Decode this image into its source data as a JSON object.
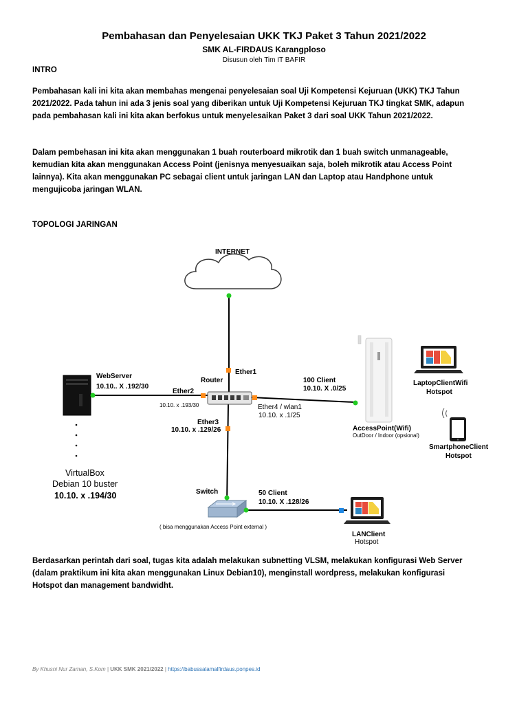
{
  "header": {
    "title": "Pembahasan dan Penyelesaian UKK TKJ Paket 3 Tahun 2021/2022",
    "subtitle": "SMK AL-FIRDAUS Karangploso",
    "author": "Disusun oleh Tim IT BAFIR"
  },
  "intro": {
    "heading": "INTRO",
    "paragraph1": [
      "Pembahasan kali ini kita akan membahas mengenai penyelesaian soal Uji Kompetensi Kejuruan (UKK) TKJ Tahun",
      "2021/2022. Pada tahun ini ada 3 jenis soal yang diberikan untuk Uji Kompetensi Kejuruan TKJ tingkat SMK, adapun",
      "pada pembahasan kali ini kita akan berfokus untuk menyelesaikan Paket 3 dari soal UKK Tahun 2021/2022."
    ],
    "paragraph2": [
      "Dalam pembehasan ini kita akan menggunakan 1 buah routerboard mikrotik dan 1 buah switch unmanageable,",
      "kemudian kita akan menggunakan Access Point (jenisnya menyesuaikan saja, boleh mikrotik atau Access Point",
      "lainnya). Kita akan menggunakan PC sebagai client untuk jaringan LAN dan Laptop atau Handphone untuk",
      "mengujicoba jaringan WLAN."
    ]
  },
  "topology": {
    "heading": "TOPOLOGI JARINGAN",
    "internet": "INTERNET",
    "router": "Router",
    "ether1": "Ether1",
    "ether2": "Ether2",
    "ether2_ip": "10.10. x .193/30",
    "ether3": "Ether3",
    "ether3_ip": "10.10. x .129/26",
    "ether4": "Ether4 / wlan1",
    "ether4_ip": "10.10. x .1/25",
    "webserver": "WebServer",
    "webserver_ip": "10.10.. X .192/30",
    "virtualbox": "VirtualBox",
    "debian": "Debian 10 buster",
    "debian_ip": "10.10. x .194/30",
    "wifi_clients": "100 Client",
    "wifi_net": "10.10. X .0/25",
    "ap_name": "AccessPoint(Wifi)",
    "ap_note": "OutDoor / Indoor (opsional)",
    "laptop_wifi": "LaptopClientWifi",
    "laptop_wifi_sub": "Hotspot",
    "phone": "SmartphoneClient",
    "phone_sub": "Hotspot",
    "switch": "Switch",
    "lan_clients": "50 Client",
    "lan_net": "10.10. X .128/26",
    "switch_note": "( bisa menggunakan Access Point external )",
    "lan_client": "LANClient",
    "lan_client_sub": "Hotspot",
    "colors": {
      "link_dot": "#22cc22",
      "port_orange": "#ff8c1a",
      "port_blue": "#1e88e5"
    }
  },
  "closing": {
    "paragraph": [
      "Berdasarkan perintah dari soal, tugas kita adalah melakukan subnetting VLSM, melakukan konfigurasi Web Server",
      "(dalam praktikum ini kita akan menggunakan Linux Debian10), menginstall wordpress, melakukan konfigurasi",
      "Hotspot dan management bandwidht."
    ]
  },
  "footer": {
    "author": "By Khusni Nur Zaman, S.Kom",
    "sep1": " | ",
    "doc": "UKK SMK 2021/2022",
    "sep2": " | ",
    "link": "https://babussalamalfirdaus.ponpes.id"
  }
}
